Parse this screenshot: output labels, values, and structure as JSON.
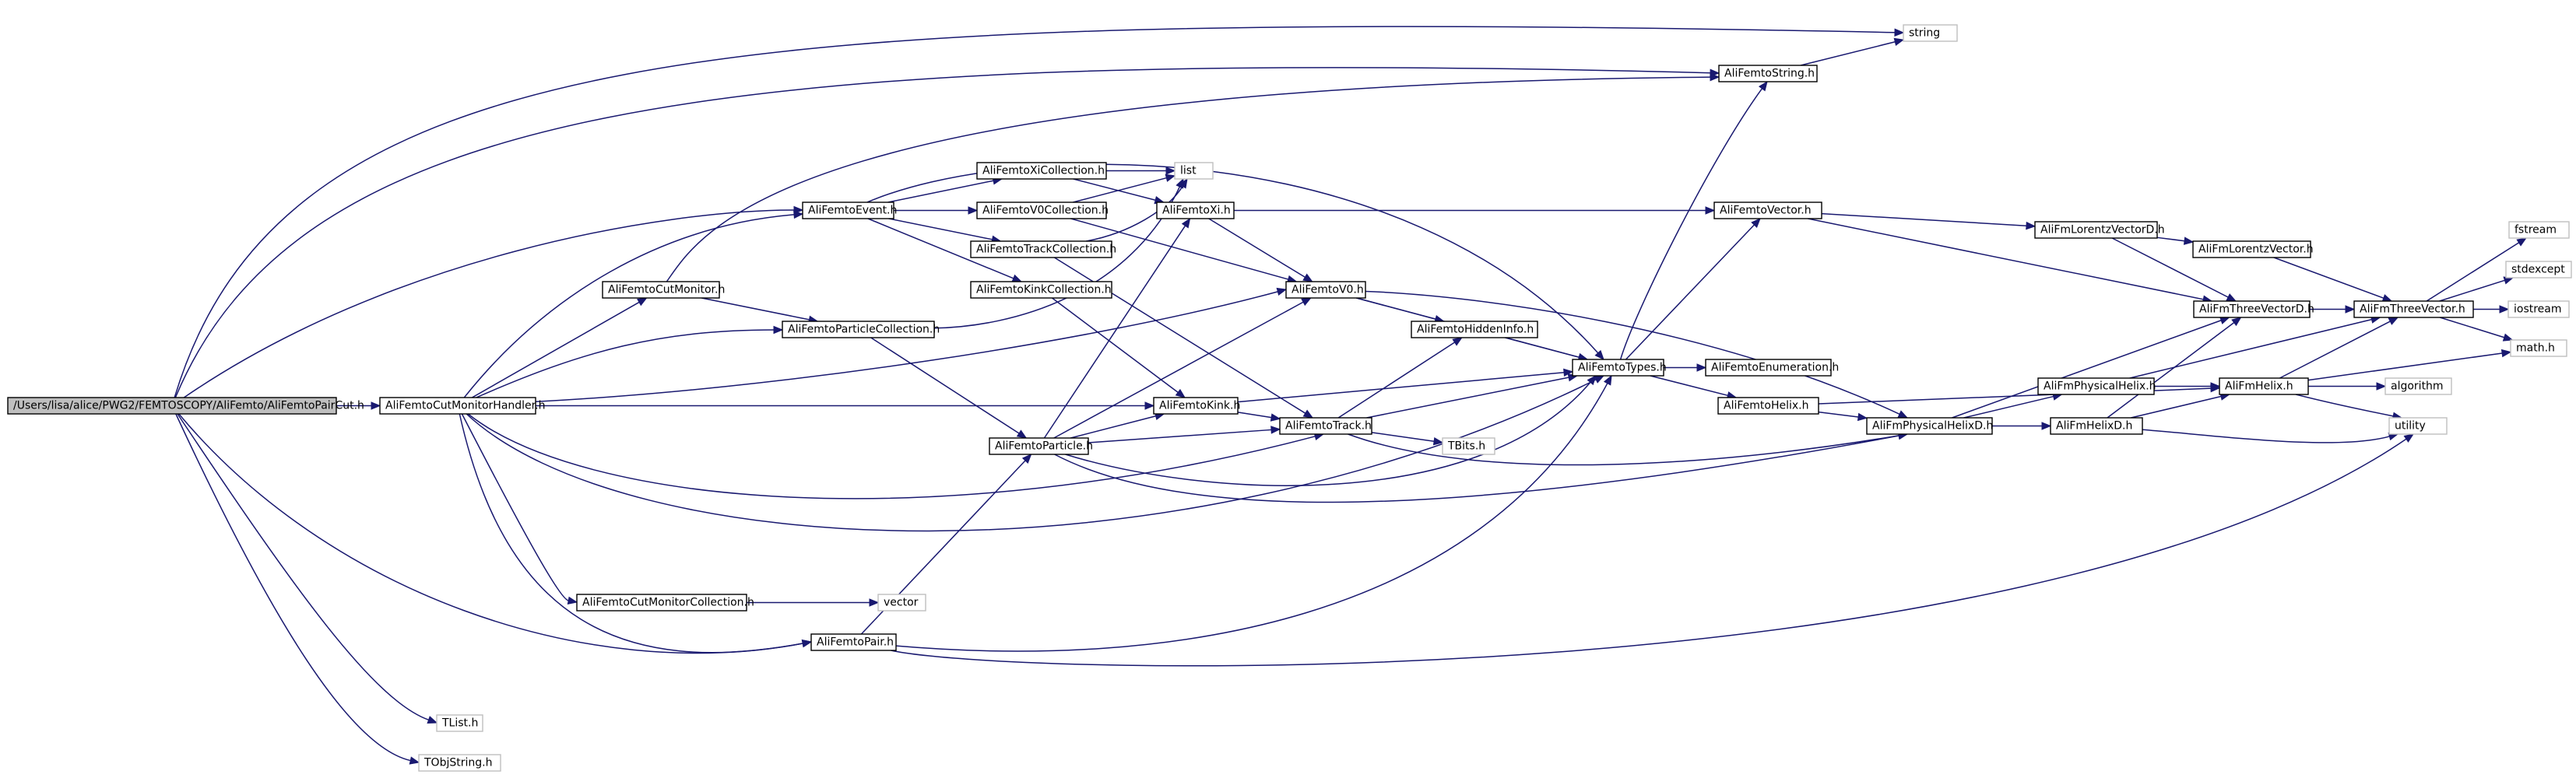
{
  "colors": {
    "edge": "#191970",
    "root_fill": "#bfbfbf",
    "box_stroke": "#000000",
    "plain_stroke": "#bfbfbf"
  },
  "nodes": {
    "pcut": {
      "label": "/Users/lisa/alice/PWG2/FEMTOSCOPY/AliFemto/AliFemtoPairCut.h",
      "kind": "root"
    },
    "cmh": {
      "label": "AliFemtoCutMonitorHandler.h",
      "kind": "header"
    },
    "evt": {
      "label": "AliFemtoEvent.h",
      "kind": "header"
    },
    "cmon": {
      "label": "AliFemtoCutMonitor.h",
      "kind": "header"
    },
    "pcol": {
      "label": "AliFemtoParticleCollection.h",
      "kind": "header"
    },
    "cmcol": {
      "label": "AliFemtoCutMonitorCollection.h",
      "kind": "header"
    },
    "pair": {
      "label": "AliFemtoPair.h",
      "kind": "header"
    },
    "xicol": {
      "label": "AliFemtoXiCollection.h",
      "kind": "header"
    },
    "v0col": {
      "label": "AliFemtoV0Collection.h",
      "kind": "header"
    },
    "trcol": {
      "label": "AliFemtoTrackCollection.h",
      "kind": "header"
    },
    "kkcol": {
      "label": "AliFemtoKinkCollection.h",
      "kind": "header"
    },
    "part": {
      "label": "AliFemtoParticle.h",
      "kind": "header"
    },
    "xi": {
      "label": "AliFemtoXi.h",
      "kind": "header"
    },
    "kink": {
      "label": "AliFemtoKink.h",
      "kind": "header"
    },
    "track": {
      "label": "AliFemtoTrack.h",
      "kind": "header"
    },
    "v0": {
      "label": "AliFemtoV0.h",
      "kind": "header"
    },
    "hid": {
      "label": "AliFemtoHiddenInfo.h",
      "kind": "header"
    },
    "types": {
      "label": "AliFemtoTypes.h",
      "kind": "header"
    },
    "enum": {
      "label": "AliFemtoEnumeration.h",
      "kind": "header"
    },
    "fhelix": {
      "label": "AliFemtoHelix.h",
      "kind": "header"
    },
    "fvec": {
      "label": "AliFemtoVector.h",
      "kind": "header"
    },
    "fstr": {
      "label": "AliFemtoString.h",
      "kind": "header"
    },
    "phd": {
      "label": "AliFmPhysicalHelixD.h",
      "kind": "header"
    },
    "ph": {
      "label": "AliFmPhysicalHelix.h",
      "kind": "header"
    },
    "hd": {
      "label": "AliFmHelixD.h",
      "kind": "header"
    },
    "helix": {
      "label": "AliFmHelix.h",
      "kind": "header"
    },
    "lvd": {
      "label": "AliFmLorentzVectorD.h",
      "kind": "header"
    },
    "lv": {
      "label": "AliFmLorentzVector.h",
      "kind": "header"
    },
    "tvd": {
      "label": "AliFmThreeVectorD.h",
      "kind": "header"
    },
    "tv": {
      "label": "AliFmThreeVector.h",
      "kind": "header"
    },
    "string": {
      "label": "string",
      "kind": "system"
    },
    "list": {
      "label": "list",
      "kind": "system"
    },
    "vector": {
      "label": "vector",
      "kind": "system"
    },
    "tlist": {
      "label": "TList.h",
      "kind": "system"
    },
    "tobjs": {
      "label": "TObjString.h",
      "kind": "system"
    },
    "tbits": {
      "label": "TBits.h",
      "kind": "system"
    },
    "fstream": {
      "label": "fstream",
      "kind": "system"
    },
    "stdexc": {
      "label": "stdexcept",
      "kind": "system"
    },
    "iostr": {
      "label": "iostream",
      "kind": "system"
    },
    "math": {
      "label": "math.h",
      "kind": "system"
    },
    "algo": {
      "label": "algorithm",
      "kind": "system"
    },
    "util": {
      "label": "utility",
      "kind": "system"
    }
  },
  "edges": [
    [
      "pcut",
      "cmh"
    ],
    [
      "pcut",
      "evt"
    ],
    [
      "pcut",
      "string"
    ],
    [
      "pcut",
      "fstr"
    ],
    [
      "pcut",
      "pair"
    ],
    [
      "pcut",
      "tlist"
    ],
    [
      "pcut",
      "tobjs"
    ],
    [
      "cmh",
      "evt"
    ],
    [
      "cmh",
      "cmon"
    ],
    [
      "cmh",
      "pcol"
    ],
    [
      "cmh",
      "cmcol"
    ],
    [
      "cmh",
      "pair"
    ],
    [
      "cmh",
      "types"
    ],
    [
      "cmh",
      "kink"
    ],
    [
      "cmh",
      "track"
    ],
    [
      "cmh",
      "v0"
    ],
    [
      "cmon",
      "pcol"
    ],
    [
      "cmon",
      "fstr"
    ],
    [
      "cmcol",
      "vector"
    ],
    [
      "pair",
      "part"
    ],
    [
      "pair",
      "types"
    ],
    [
      "pair",
      "util"
    ],
    [
      "evt",
      "xicol"
    ],
    [
      "evt",
      "v0col"
    ],
    [
      "evt",
      "trcol"
    ],
    [
      "evt",
      "kkcol"
    ],
    [
      "evt",
      "types"
    ],
    [
      "xicol",
      "list"
    ],
    [
      "xicol",
      "xi"
    ],
    [
      "v0col",
      "list"
    ],
    [
      "v0col",
      "v0"
    ],
    [
      "trcol",
      "list"
    ],
    [
      "trcol",
      "track"
    ],
    [
      "kkcol",
      "kink"
    ],
    [
      "pcol",
      "list"
    ],
    [
      "pcol",
      "part"
    ],
    [
      "part",
      "xi"
    ],
    [
      "part",
      "kink"
    ],
    [
      "part",
      "track"
    ],
    [
      "part",
      "v0"
    ],
    [
      "part",
      "types"
    ],
    [
      "part",
      "phd"
    ],
    [
      "xi",
      "v0"
    ],
    [
      "xi",
      "fvec"
    ],
    [
      "v0",
      "hid"
    ],
    [
      "v0",
      "types"
    ],
    [
      "v0",
      "phd"
    ],
    [
      "kink",
      "types"
    ],
    [
      "kink",
      "track"
    ],
    [
      "track",
      "hid"
    ],
    [
      "track",
      "types"
    ],
    [
      "track",
      "tbits"
    ],
    [
      "track",
      "phd"
    ],
    [
      "hid",
      "types"
    ],
    [
      "types",
      "fstr"
    ],
    [
      "types",
      "fvec"
    ],
    [
      "types",
      "enum"
    ],
    [
      "types",
      "fhelix"
    ],
    [
      "fstr",
      "string"
    ],
    [
      "fvec",
      "lvd"
    ],
    [
      "fvec",
      "tvd"
    ],
    [
      "fhelix",
      "phd"
    ],
    [
      "fhelix",
      "helix"
    ],
    [
      "phd",
      "ph"
    ],
    [
      "phd",
      "hd"
    ],
    [
      "phd",
      "tvd"
    ],
    [
      "ph",
      "helix"
    ],
    [
      "ph",
      "tv"
    ],
    [
      "hd",
      "helix"
    ],
    [
      "hd",
      "tvd"
    ],
    [
      "hd",
      "util"
    ],
    [
      "helix",
      "tv"
    ],
    [
      "helix",
      "math"
    ],
    [
      "helix",
      "algo"
    ],
    [
      "helix",
      "util"
    ],
    [
      "lvd",
      "lv"
    ],
    [
      "lvd",
      "tvd"
    ],
    [
      "lv",
      "tv"
    ],
    [
      "tvd",
      "tv"
    ],
    [
      "tv",
      "fstream"
    ],
    [
      "tv",
      "stdexc"
    ],
    [
      "tv",
      "iostr"
    ],
    [
      "tv",
      "math"
    ]
  ]
}
